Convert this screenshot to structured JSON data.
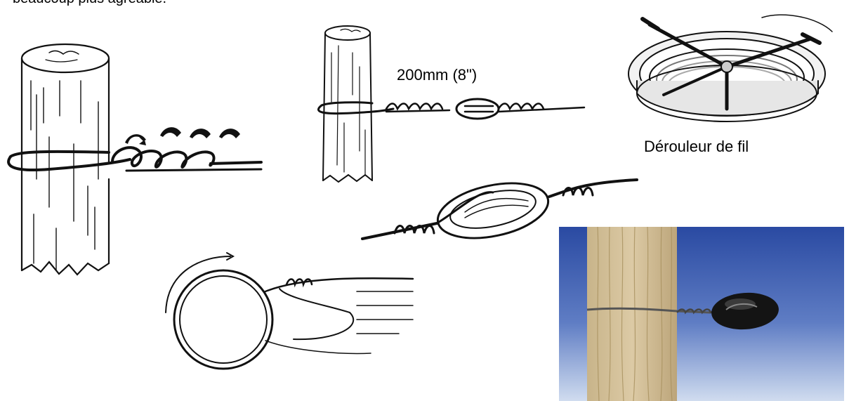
{
  "page": {
    "top_text_partial": "beaucoup plus agréable.",
    "dimension_label": "200mm (8\")",
    "reel_caption": "Dérouleur de fil"
  },
  "colors": {
    "ink": "#111111",
    "wood_light": "#d7c59f",
    "wood_dark": "#b49a6e",
    "sky_top": "#2f4fa6",
    "sky_bottom": "#c7d6ef",
    "insulator": "#141414"
  },
  "illustrations": [
    {
      "name": "post-with-spiral-wire",
      "icon": "post-spiral-illustration"
    },
    {
      "name": "post-with-insulator-dimension",
      "icon": "post-insulator-illustration"
    },
    {
      "name": "wire-reel",
      "icon": "reel-illustration"
    },
    {
      "name": "egg-insulator-twist",
      "icon": "insulator-twist-illustration"
    },
    {
      "name": "loop-knot",
      "icon": "loop-knot-illustration"
    },
    {
      "name": "wood-post-photo",
      "icon": "wood-post-photo"
    }
  ]
}
